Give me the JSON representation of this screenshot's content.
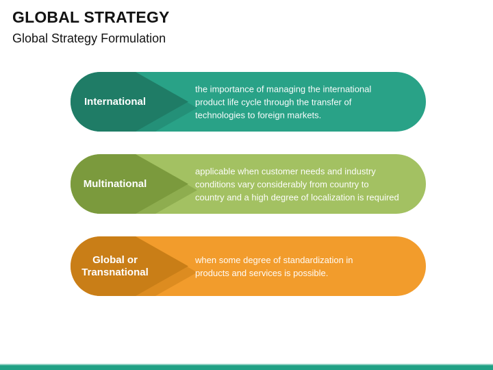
{
  "slide": {
    "title": "GLOBAL STRATEGY",
    "subtitle": "Global Strategy Formulation"
  },
  "rows": [
    {
      "label": "International",
      "description": "the importance of managing the international\nproduct life cycle through the transfer of\ntechnologies to foreign markets.",
      "colors": {
        "base": "#29A287",
        "arrow": "#1F7C66",
        "shadow": "#249078"
      }
    },
    {
      "label": "Multinational",
      "description": "applicable when customer needs and industry\nconditions vary considerably from country to\ncountry and a high degree of localization is required",
      "colors": {
        "base": "#A3C162",
        "arrow": "#7B9A3D",
        "shadow": "#8EAD4F"
      }
    },
    {
      "label": "Global or\nTransnational",
      "description": "when some degree of standardization in\nproducts and services is possible.",
      "colors": {
        "base": "#F29C2C",
        "arrow": "#C97E17",
        "shadow": "#DD8C20"
      }
    }
  ],
  "footer": {
    "bar_color": "#21A185",
    "bar_highlight": "#8FD0C2"
  }
}
